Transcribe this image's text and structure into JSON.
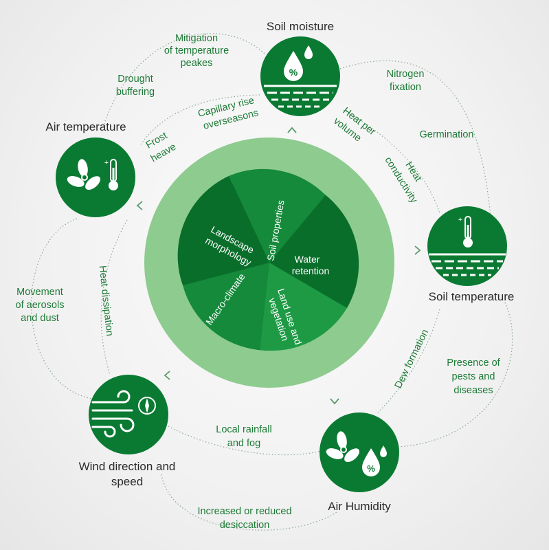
{
  "nodes": {
    "soil_moisture": "Soil moisture",
    "air_temperature": "Air temperature",
    "soil_temperature": "Soil temperature",
    "wind": [
      "Wind direction and",
      "speed"
    ],
    "air_humidity": "Air Humidity"
  },
  "relations": {
    "mitigation": [
      "Mitigation",
      "of temperature",
      "peakes"
    ],
    "drought": [
      "Drought",
      "buffering"
    ],
    "capillary": [
      "Capillary rise",
      "overseasons"
    ],
    "frost": [
      "Frost",
      "heave"
    ],
    "heat_per_volume": [
      "Heat per",
      "volume"
    ],
    "heat_conductivity": [
      "Heat",
      "conductivity"
    ],
    "nitrogen": [
      "Nitrogen",
      "fixation"
    ],
    "germination": "Germination",
    "aerosols": [
      "Movement",
      "of aerosols",
      "and dust"
    ],
    "heat_dissipation": "Heat dissipation",
    "dew": "Dew formation",
    "pests": [
      "Presence of",
      "pests and",
      "diseases"
    ],
    "rainfall": [
      "Local rainfall",
      "and fog"
    ],
    "desiccation": [
      "Increased or reduced",
      "desiccation"
    ]
  },
  "center_segments": {
    "soil_properties": "Soil properties",
    "water_retention": [
      "Water",
      "retention"
    ],
    "land_use": [
      "Land use and",
      "vegetation"
    ],
    "macro_climate": "Macro-climate",
    "landscape": [
      "Landscape",
      "morphology"
    ]
  },
  "icons": {
    "soil_moisture": [
      "water-drop-percent-icon",
      "soil-layers-icon"
    ],
    "air_temperature": [
      "fan-icon",
      "thermometer-icon"
    ],
    "soil_temperature": [
      "thermometer-icon",
      "soil-layers-icon"
    ],
    "wind": [
      "wind-icon",
      "compass-icon"
    ],
    "air_humidity": [
      "fan-icon",
      "water-drop-percent-icon"
    ]
  },
  "colors": {
    "node_green": "#0a7a32",
    "outer_ring": "#8ecb8f",
    "segment_dark": "#0a6e2b",
    "segment_mid": "#148a3a",
    "segment_light": "#1e9a45",
    "relation_text": "#1d7a36"
  }
}
